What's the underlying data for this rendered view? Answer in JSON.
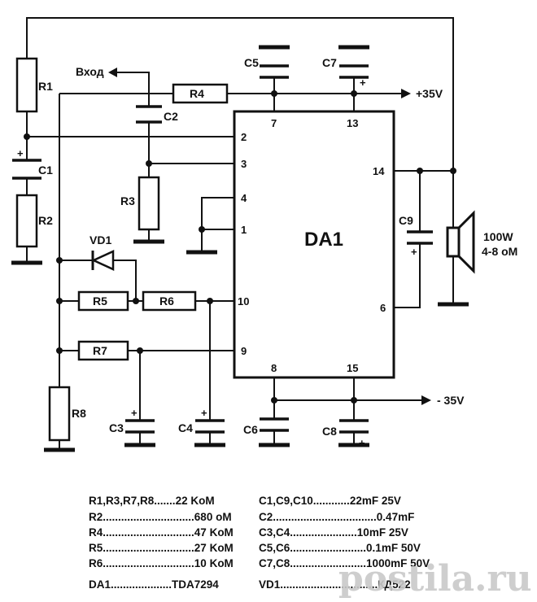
{
  "chip": {
    "name": "DA1",
    "pins": {
      "p2": "2",
      "p3": "3",
      "p4": "4",
      "p1": "1",
      "p10": "10",
      "p9": "9",
      "p7": "7",
      "p13": "13",
      "p8": "8",
      "p15": "15",
      "p14": "14",
      "p6": "6"
    }
  },
  "labels": {
    "input": "Вход",
    "supply_pos": "+35V",
    "supply_neg": "- 35V",
    "speaker_power": "100W",
    "speaker_impedance": "4-8 oM"
  },
  "components": {
    "R1": "R1",
    "R2": "R2",
    "R3": "R3",
    "R4": "R4",
    "R5": "R5",
    "R6": "R6",
    "R7": "R7",
    "R8": "R8",
    "C1": "C1",
    "C2": "C2",
    "C3": "C3",
    "C4": "C4",
    "C5": "C5",
    "C6": "C6",
    "C7": "C7",
    "C8": "C8",
    "C9": "C9",
    "VD1": "VD1"
  },
  "polarity_mark": "+",
  "bom": {
    "left": [
      {
        "name": "R1,R3,R7,R8",
        "dots": ".......",
        "value": "22 KoM"
      },
      {
        "name": "R2",
        "dots": "..............................",
        "value": "680 oM"
      },
      {
        "name": "R4",
        "dots": "..............................",
        "value": "47 KoM"
      },
      {
        "name": "R5",
        "dots": "..............................",
        "value": "27 KoM"
      },
      {
        "name": "R6",
        "dots": "..............................",
        "value": "10 KoM"
      }
    ],
    "left_ic": {
      "name": "DA1",
      "dots": "....................",
      "value": "TDA7294"
    },
    "right": [
      {
        "name": "C1,C9,C10",
        "dots": "............",
        "value": "22mF 25V"
      },
      {
        "name": "C2",
        "dots": "..................................",
        "value": "0.47mF"
      },
      {
        "name": "C3,C4",
        "dots": "......................",
        "value": "10mF 25V"
      },
      {
        "name": "C5,C6",
        "dots": ".........................",
        "value": "0.1mF 50V"
      },
      {
        "name": "C7,C8",
        "dots": ".........................",
        "value": "1000mF 50V"
      }
    ],
    "right_diode": {
      "name": "VD1",
      "dots": "................................",
      "value": "КД522"
    }
  },
  "watermark": "postila.ru"
}
